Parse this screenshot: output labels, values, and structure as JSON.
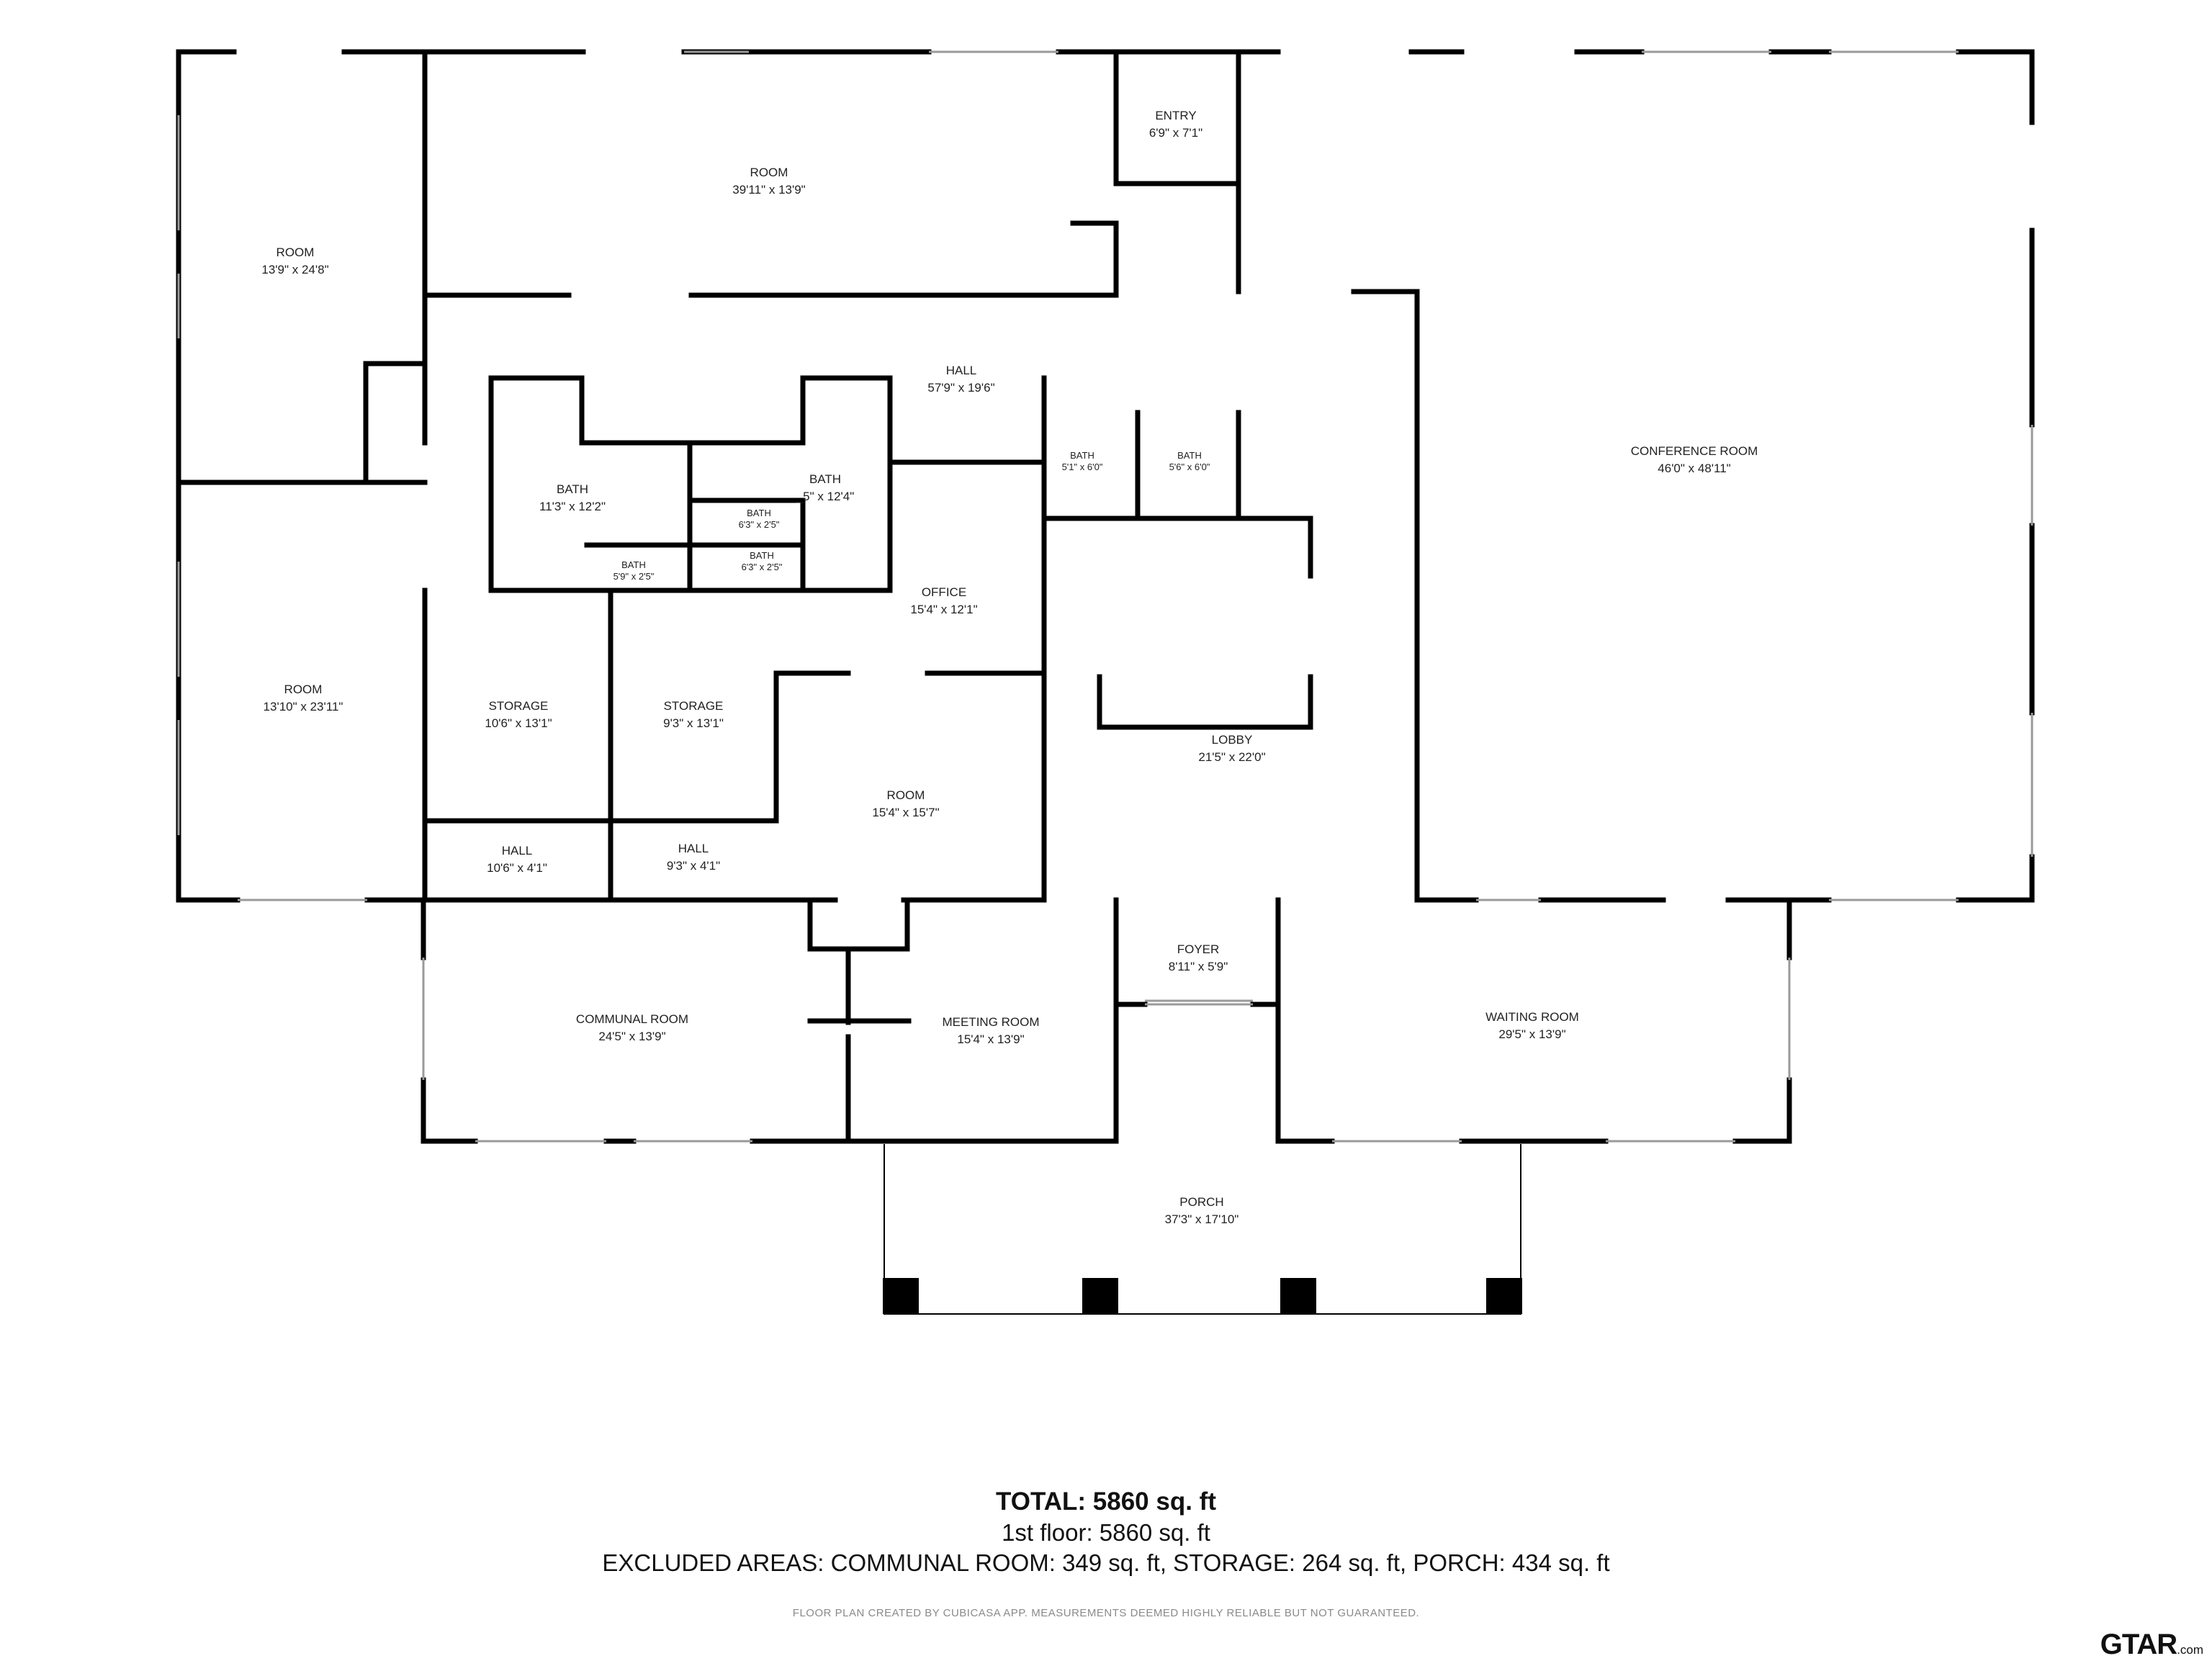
{
  "rooms": [
    {
      "id": "room-nw",
      "name": "ROOM",
      "dims": "13'9\" x 24'8\""
    },
    {
      "id": "room-north",
      "name": "ROOM",
      "dims": "39'11\" x 13'9\""
    },
    {
      "id": "entry",
      "name": "ENTRY",
      "dims": "6'9\" x 7'1\""
    },
    {
      "id": "conference-room",
      "name": "CONFERENCE ROOM",
      "dims": "46'0\" x 48'11\""
    },
    {
      "id": "hall-main",
      "name": "HALL",
      "dims": "57'9\" x 19'6\""
    },
    {
      "id": "bath-1",
      "name": "BATH",
      "dims": "11'3\" x 12'2\""
    },
    {
      "id": "bath-2",
      "name": "BATH",
      "dims": "_5\" x 12'4\""
    },
    {
      "id": "bath-3",
      "name": "BATH",
      "dims": "6'3\" x 2'5\""
    },
    {
      "id": "bath-4",
      "name": "BATH",
      "dims": "6'3\" x 2'5\""
    },
    {
      "id": "bath-5",
      "name": "BATH",
      "dims": "5'9\" x 2'5\""
    },
    {
      "id": "bath-6",
      "name": "BATH",
      "dims": "5'1\" x 6'0\""
    },
    {
      "id": "bath-7",
      "name": "BATH",
      "dims": "5'6\" x 6'0\""
    },
    {
      "id": "office",
      "name": "OFFICE",
      "dims": "15'4\" x 12'1\""
    },
    {
      "id": "room-west",
      "name": "ROOM",
      "dims": "13'10\" x 23'11\""
    },
    {
      "id": "storage-1",
      "name": "STORAGE",
      "dims": "10'6\" x 13'1\""
    },
    {
      "id": "storage-2",
      "name": "STORAGE",
      "dims": "9'3\" x 13'1\""
    },
    {
      "id": "room-center",
      "name": "ROOM",
      "dims": "15'4\" x 15'7\""
    },
    {
      "id": "lobby",
      "name": "LOBBY",
      "dims": "21'5\" x 22'0\""
    },
    {
      "id": "hall-1",
      "name": "HALL",
      "dims": "10'6\" x 4'1\""
    },
    {
      "id": "hall-2",
      "name": "HALL",
      "dims": "9'3\" x 4'1\""
    },
    {
      "id": "foyer",
      "name": "FOYER",
      "dims": "8'11\" x 5'9\""
    },
    {
      "id": "communal-room",
      "name": "COMMUNAL ROOM",
      "dims": "24'5\" x 13'9\""
    },
    {
      "id": "meeting-room",
      "name": "MEETING ROOM",
      "dims": "15'4\" x 13'9\""
    },
    {
      "id": "waiting-room",
      "name": "WAITING ROOM",
      "dims": "29'5\" x 13'9\""
    },
    {
      "id": "porch",
      "name": "PORCH",
      "dims": "37'3\" x 17'10\""
    }
  ],
  "summary": {
    "total": "TOTAL: 5860 sq. ft",
    "floor": "1st floor: 5860 sq. ft",
    "excluded": "EXCLUDED AREAS: COMMUNAL ROOM: 349 sq. ft, STORAGE: 264 sq. ft, PORCH: 434 sq. ft",
    "disclaimer": "FLOOR PLAN CREATED BY CUBICASA APP. MEASUREMENTS DEEMED HIGHLY RELIABLE BUT NOT GUARANTEED."
  },
  "logo": {
    "main": "GTAR",
    "suffix": ".com"
  },
  "colors": {
    "wall": "#000000",
    "window": "#9a9a9a",
    "background": "#ffffff"
  }
}
